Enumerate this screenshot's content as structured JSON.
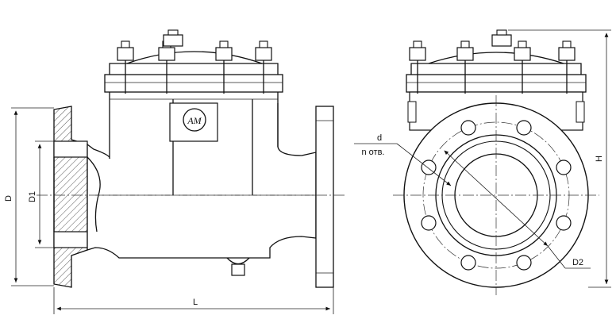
{
  "drawing": {
    "labels": {
      "D": "D",
      "D1": "D1",
      "L": "L",
      "H": "H",
      "d": "d",
      "n_holes": "n отв.",
      "D2": "D2"
    },
    "logo_text": "AM"
  }
}
